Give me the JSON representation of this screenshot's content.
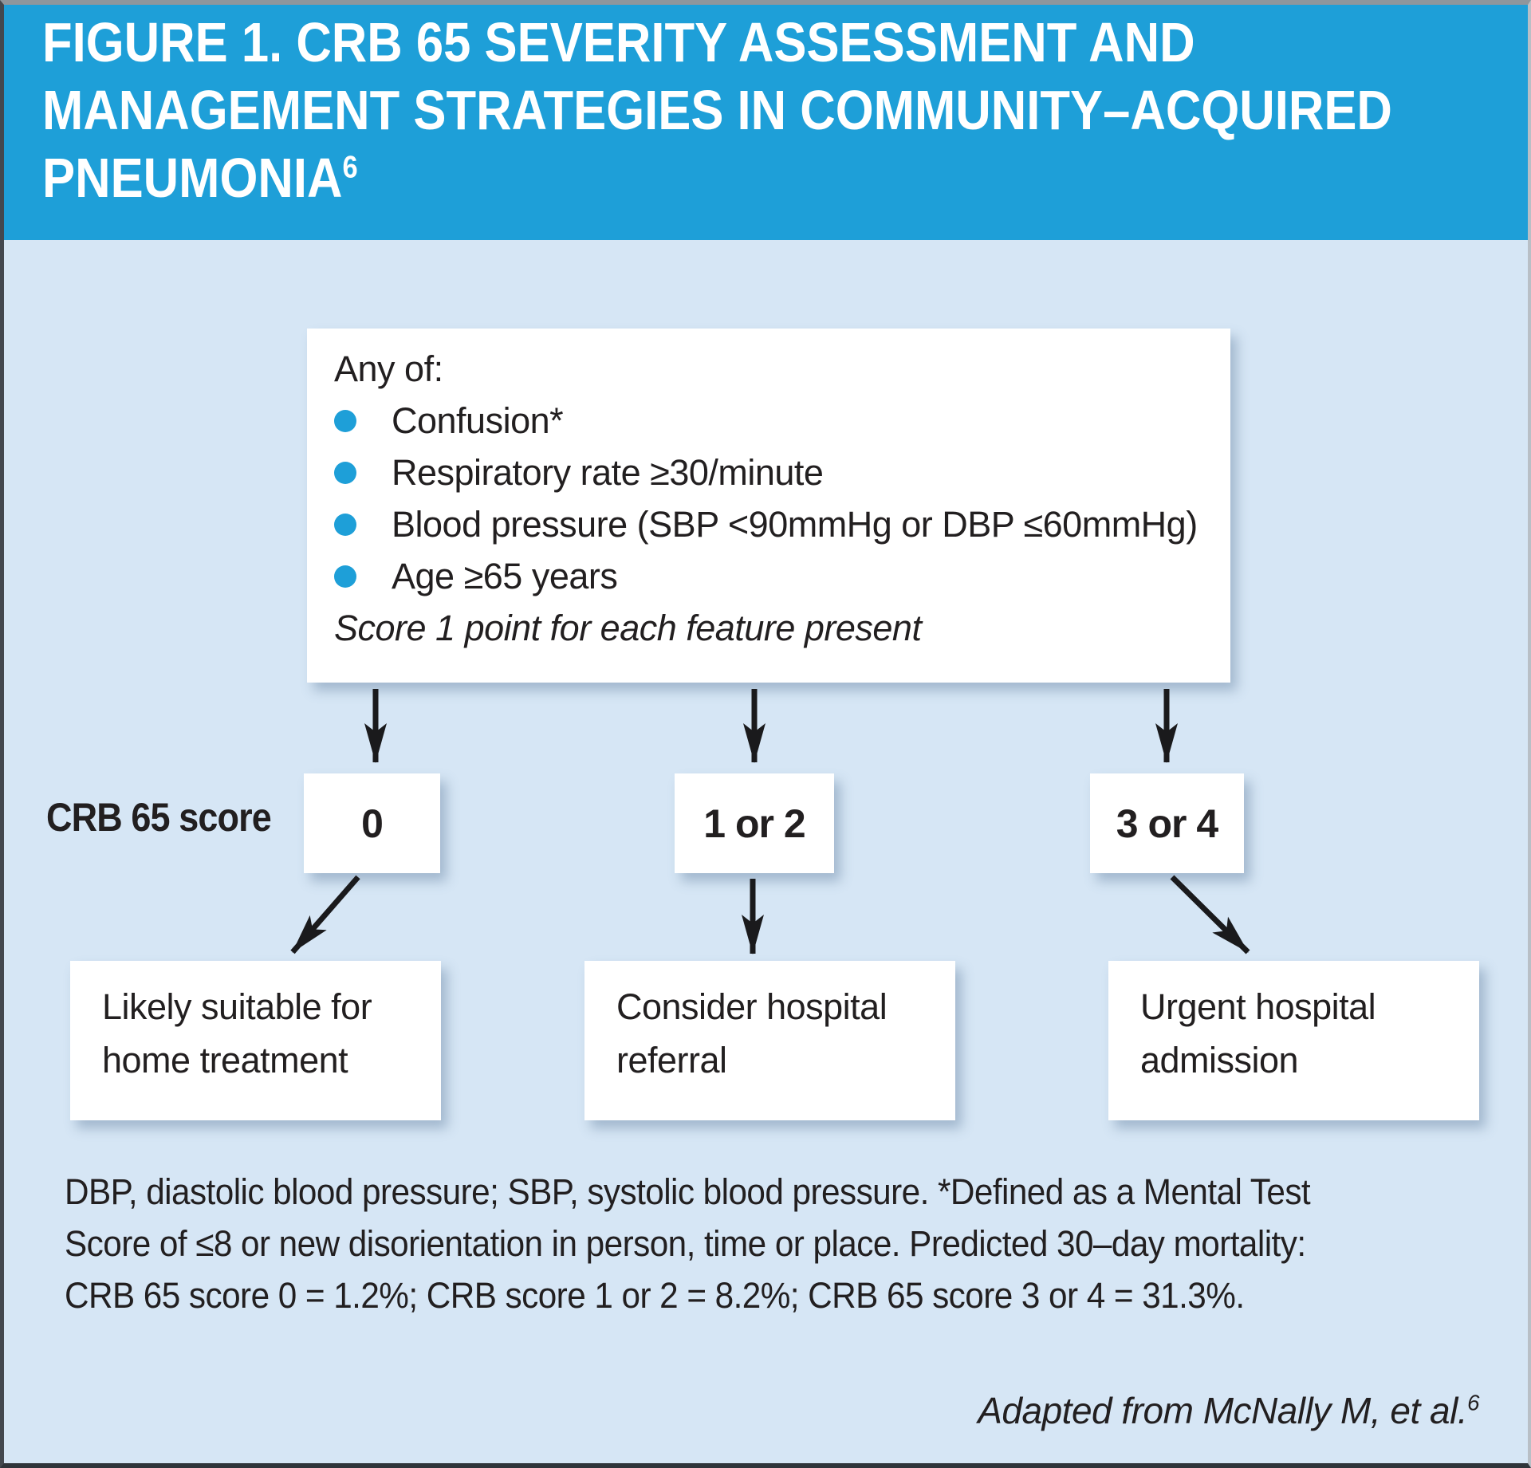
{
  "colors": {
    "header_blue": "#1E9FD8",
    "body_light_blue": "#D6E6F5",
    "bullet_blue": "#1E9FD8",
    "text_dark": "#221F20",
    "arrow_black": "#1A1A1C",
    "box_white": "#FFFFFF"
  },
  "header": {
    "title_lines": [
      "FIGURE 1. CRB 65 SEVERITY ASSESSMENT AND",
      "MANAGEMENT STRATEGIES IN COMMUNITY–ACQUIRED",
      "PNEUMONIA"
    ],
    "title_superscript": "6"
  },
  "criteria": {
    "heading": "Any of:",
    "items": [
      "Confusion*",
      "Respiratory rate ≥30/minute",
      "Blood pressure (SBP <90mmHg or DBP ≤60mmHg)",
      "Age ≥65 years"
    ],
    "note": "Score 1 point for each feature present"
  },
  "score_row": {
    "label": "CRB 65 score",
    "scores": [
      "0",
      "1 or 2",
      "3 or 4"
    ]
  },
  "outcomes": [
    {
      "lines": [
        "Likely suitable for",
        "home treatment"
      ]
    },
    {
      "lines": [
        "Consider hospital",
        "referral"
      ]
    },
    {
      "lines": [
        "Urgent hospital",
        "admission"
      ]
    }
  ],
  "footnote_lines": [
    "DBP, diastolic blood pressure; SBP, systolic blood pressure. *Defined as a Mental Test",
    "Score of ≤8 or new disorientation in person, time or place. Predicted 30–day mortality:",
    "CRB 65 score 0 = 1.2%; CRB score 1 or 2 = 8.2%; CRB 65 score 3 or 4 = 31.3%."
  ],
  "attribution": {
    "text": "Adapted from McNally M, et al.",
    "superscript": "6"
  }
}
